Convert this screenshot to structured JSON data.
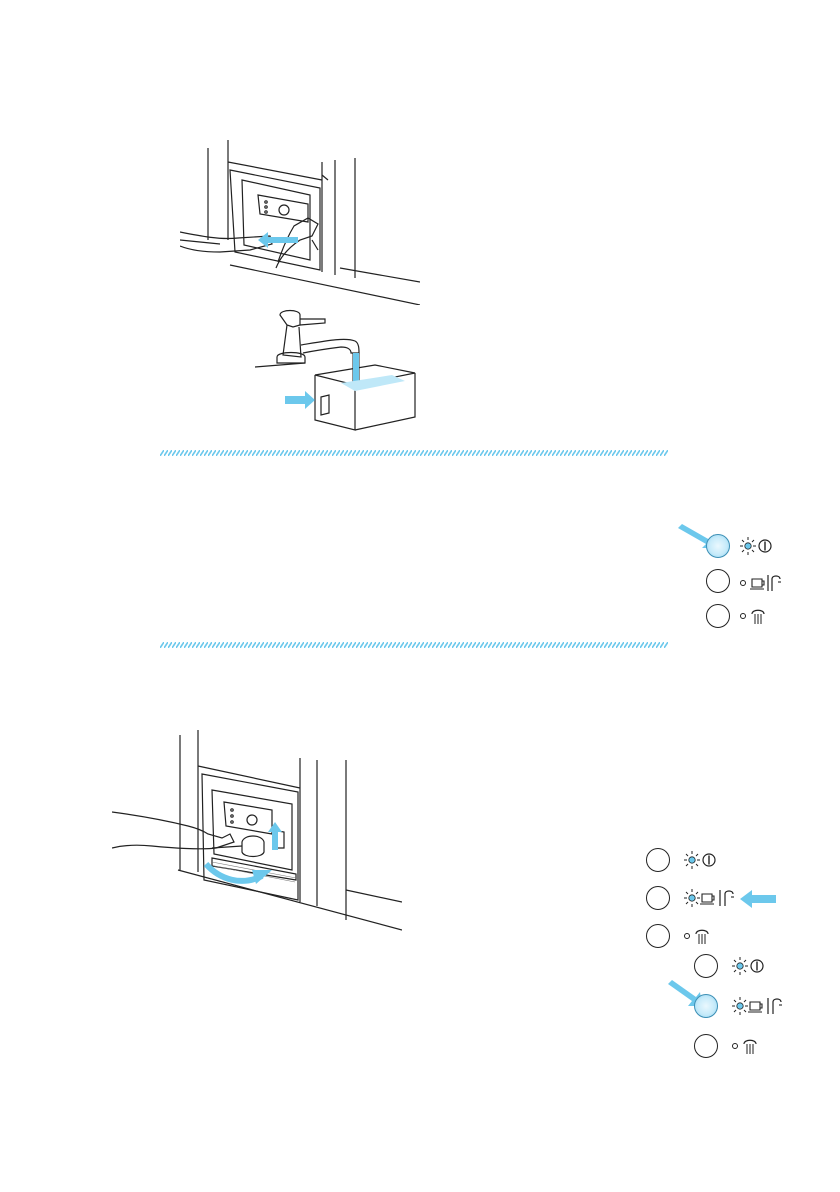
{
  "colors": {
    "accent": "#6cc8ec",
    "line": "#222222",
    "water": "#bfe8f8",
    "button_active": "#c7ebfa"
  },
  "illustrations": [
    {
      "name": "remove-water-tank-illustration",
      "icon": "hands-removing-tank"
    },
    {
      "name": "fill-water-tank-illustration",
      "icon": "tap-filling-tank"
    },
    {
      "name": "insert-filter-holder-illustration",
      "icon": "hand-locking-filter-holder"
    }
  ],
  "panels": [
    {
      "name": "control-panel-power",
      "buttons": [
        {
          "state": "pressed",
          "icon": "power-blinking-icon",
          "arrow": "left"
        },
        {
          "state": "idle",
          "icon": "coffee-steam-icon"
        },
        {
          "state": "idle",
          "icon": "hot-water-icon"
        }
      ]
    },
    {
      "name": "control-panel-ready",
      "buttons": [
        {
          "state": "idle",
          "icon": "power-blinking-icon"
        },
        {
          "state": "idle",
          "icon": "coffee-steam-blinking-icon",
          "arrow": "right"
        },
        {
          "state": "idle",
          "icon": "hot-water-icon"
        }
      ]
    },
    {
      "name": "control-panel-brew",
      "buttons": [
        {
          "state": "idle",
          "icon": "power-blinking-icon"
        },
        {
          "state": "pressed",
          "icon": "coffee-steam-blinking-icon",
          "arrow": "left"
        },
        {
          "state": "idle",
          "icon": "hot-water-icon"
        }
      ]
    }
  ]
}
